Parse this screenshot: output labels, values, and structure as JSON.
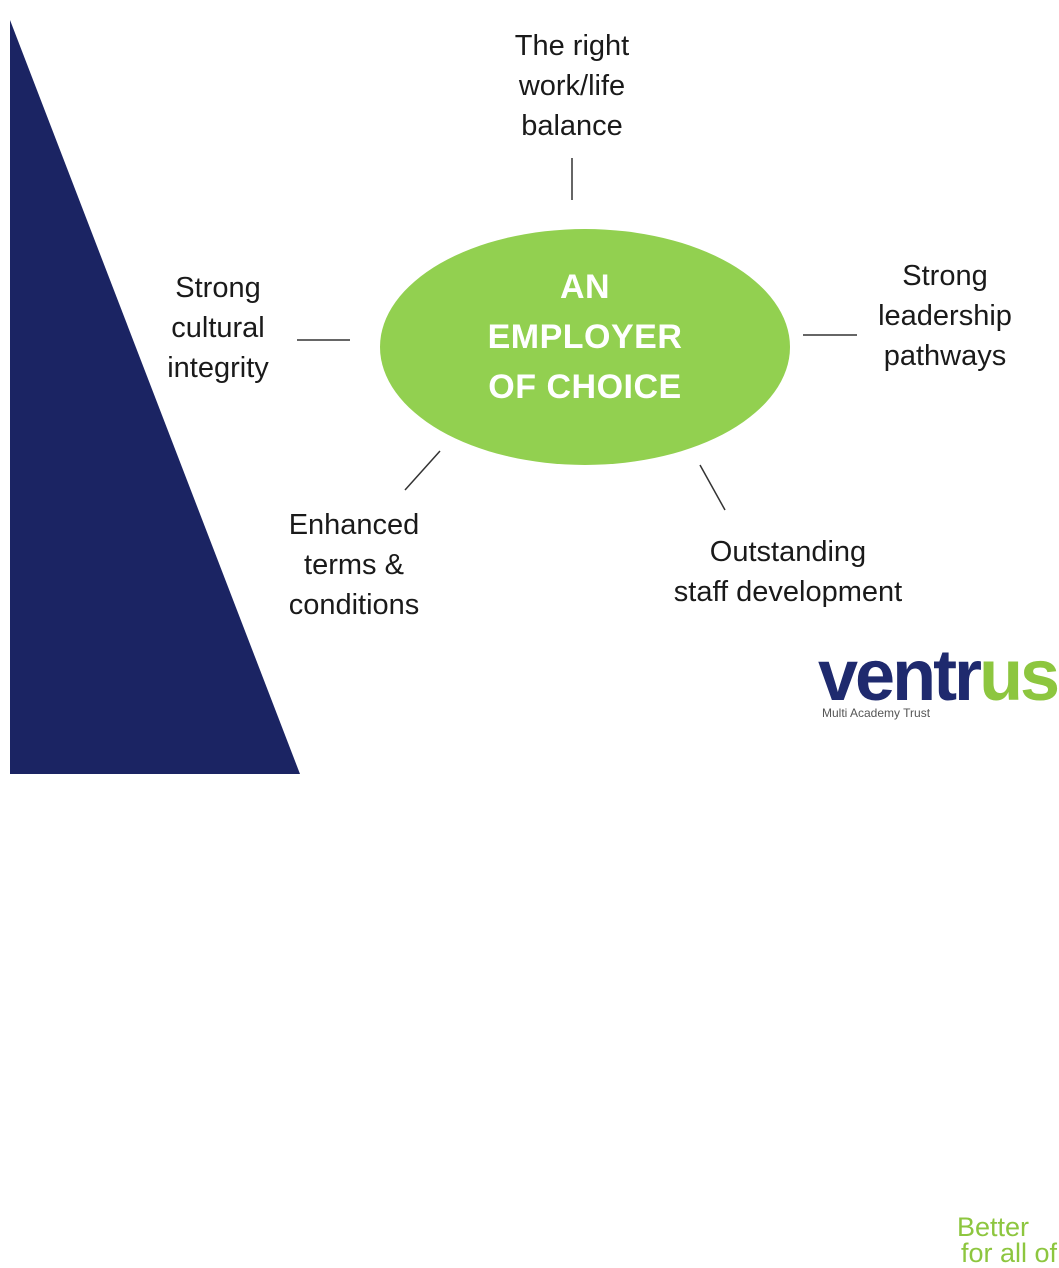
{
  "center": {
    "lines": [
      "AN",
      "EMPLOYER",
      "OF CHOICE"
    ],
    "color": "#92d050"
  },
  "nodes": {
    "top": [
      "The right",
      "work/life",
      "balance"
    ],
    "left": [
      "Strong",
      "cultural",
      "integrity"
    ],
    "right": [
      "Strong",
      "leadership",
      "pathways"
    ],
    "bottom_left": [
      "Enhanced",
      "terms &",
      "conditions"
    ],
    "bottom_right": [
      "Outstanding",
      "staff development"
    ]
  },
  "logo": {
    "tagline": [
      "Better",
      "for all of"
    ],
    "wordmark_part1": "vent",
    "wordmark_part2": "r",
    "wordmark_part3": "us",
    "subtitle": "Multi Academy Trust",
    "brand_navy": "#1f2a6e",
    "brand_green": "#8dc63f"
  },
  "colors": {
    "triangle": "#1b2463"
  }
}
